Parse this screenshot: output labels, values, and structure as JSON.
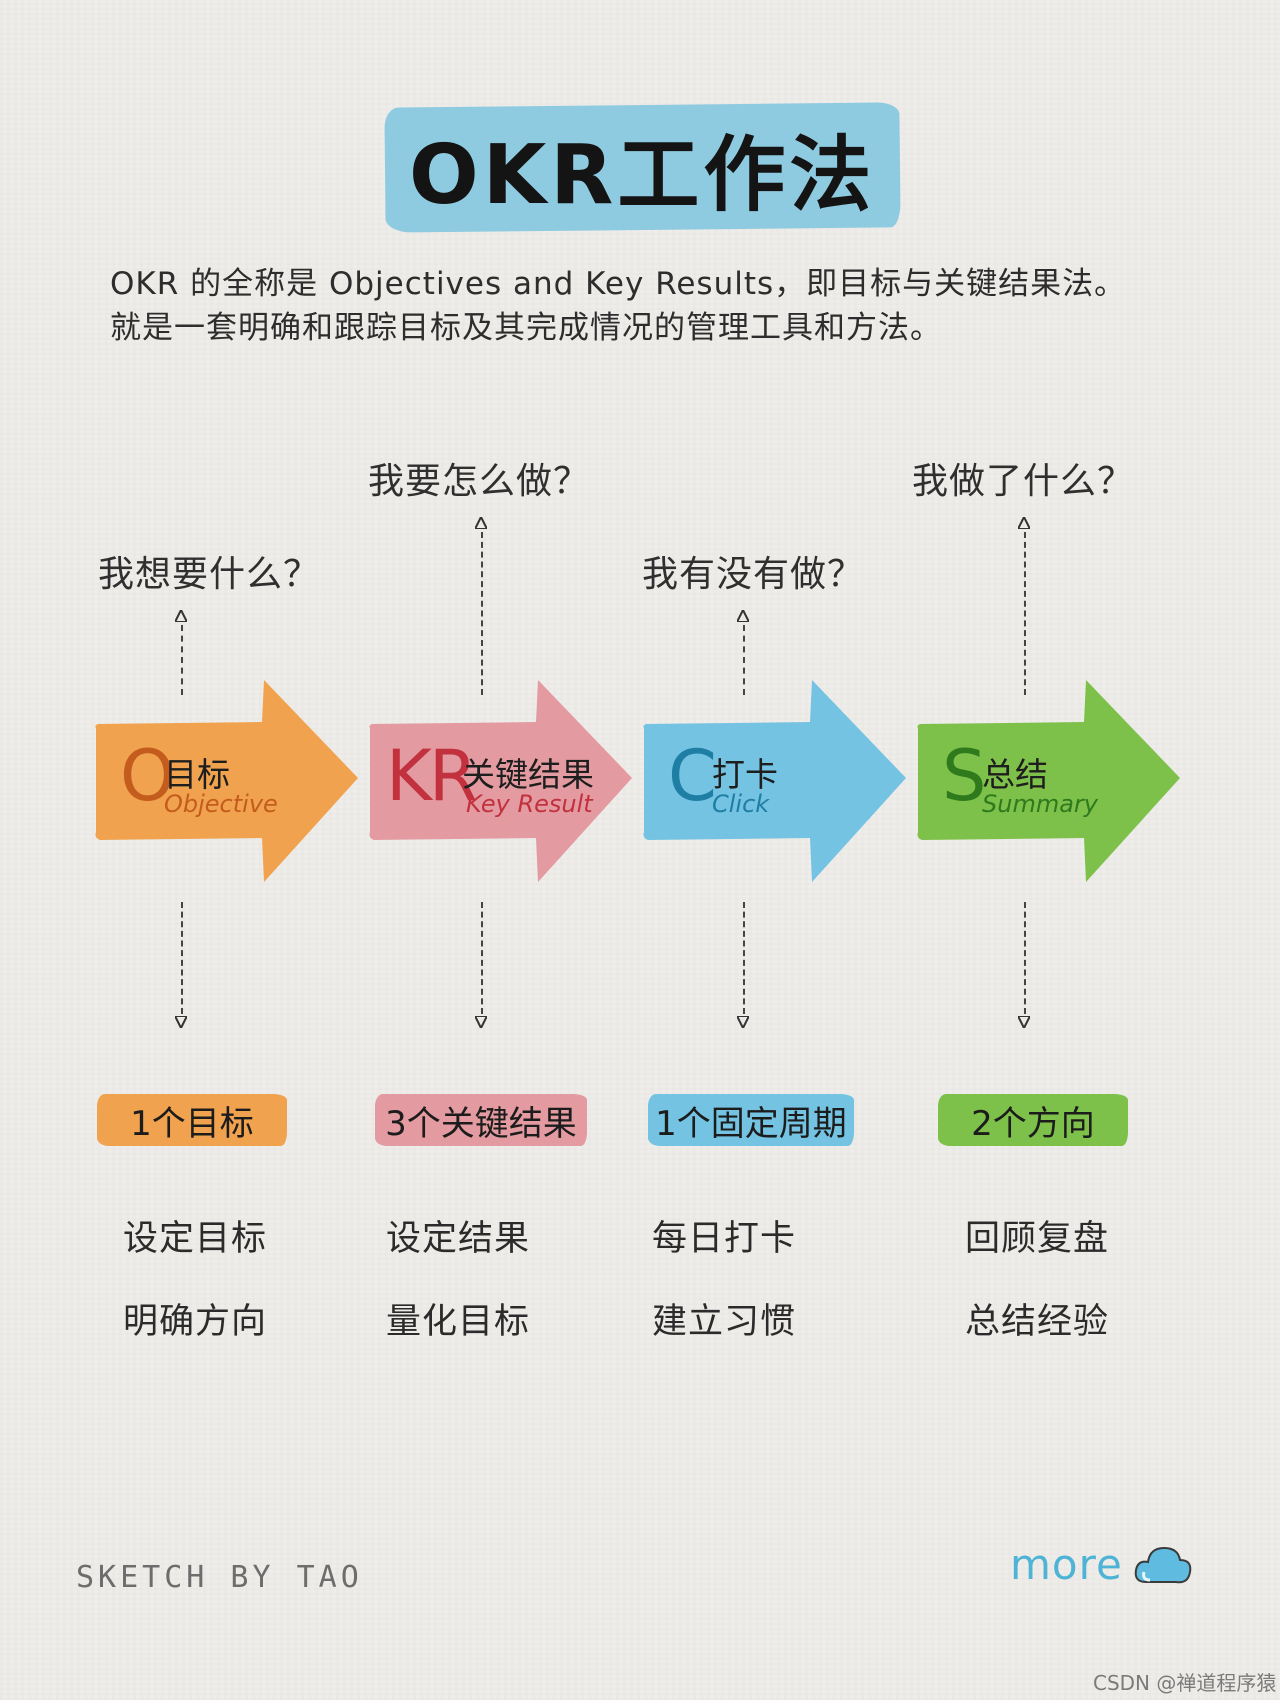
{
  "title": "OKR工作法",
  "intro": {
    "line1": "OKR 的全称是 Objectives and Key Results，即目标与关键结果法。",
    "line2": "就是一套明确和跟踪目标及其完成情况的管理工具和方法。"
  },
  "questions": [
    "我想要什么？",
    "我要怎么做？",
    "我有没有做？",
    "我做了什么？"
  ],
  "steps": [
    {
      "letter": "O",
      "cn": "目标",
      "en": "Objective",
      "color": "#f0a24e",
      "accent": "#c45c1d",
      "tag": "1个目标",
      "items": [
        "设定目标",
        "明确方向"
      ]
    },
    {
      "letter": "KR",
      "cn": "关键结果",
      "en": "Key Result",
      "color": "#e39aa0",
      "accent": "#c2313e",
      "tag": "3个关键结果",
      "items": [
        "设定结果",
        "量化目标"
      ]
    },
    {
      "letter": "C",
      "cn": "打卡",
      "en": "Click",
      "color": "#74c3e2",
      "accent": "#1f7ea3",
      "tag": "1个固定周期",
      "items": [
        "每日打卡",
        "建立习惯"
      ]
    },
    {
      "letter": "S",
      "cn": "总结",
      "en": "Summary",
      "color": "#7ec14a",
      "accent": "#2e7a1c",
      "tag": "2个方向",
      "items": [
        "回顾复盘",
        "总结经验"
      ]
    }
  ],
  "footer": {
    "signature": "SKETCH BY TAO",
    "more": "more",
    "more_icon": "cloud-icon",
    "watermark": "CSDN @禅道程序猿"
  }
}
